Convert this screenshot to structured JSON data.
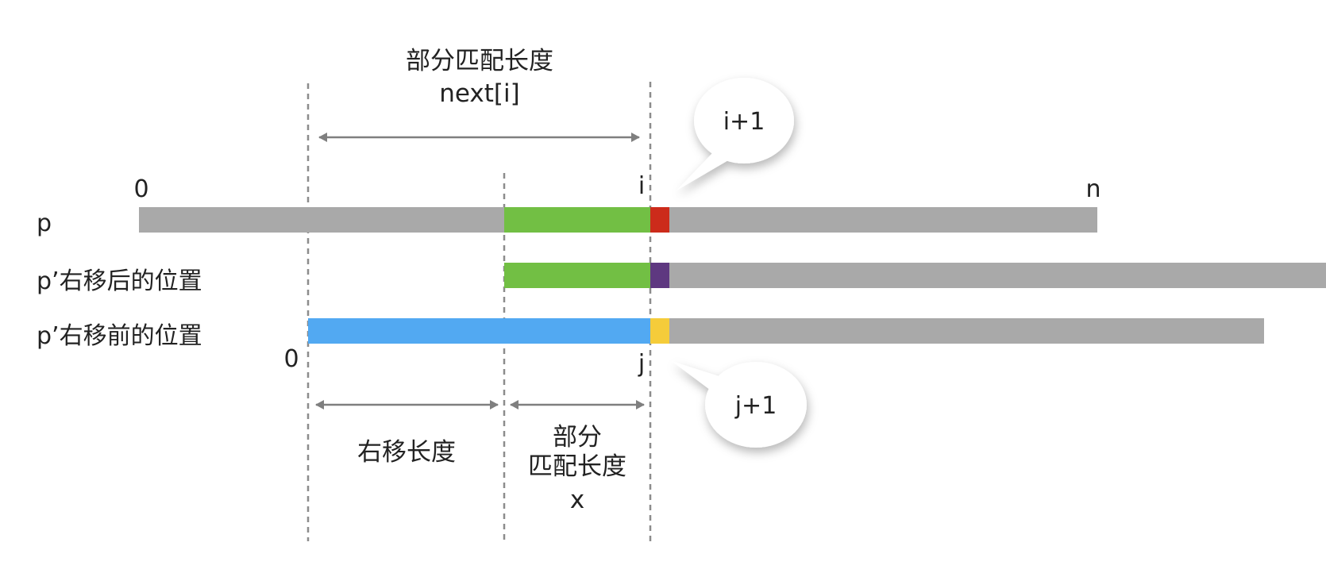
{
  "top": {
    "title": "部分匹配长度",
    "formula": "next[i]"
  },
  "marks": {
    "p_start": "0",
    "p_i": "i",
    "p_end": "n",
    "shifted_start": "0",
    "shifted_j": "j"
  },
  "rows": {
    "p": "p",
    "after": "p’右移后的位置",
    "before": "p’右移前的位置"
  },
  "callouts": {
    "top": "i+1",
    "bottom": "j+1"
  },
  "bottom": {
    "shift_length": "右移长度",
    "partial_line1": "部分",
    "partial_line2": "匹配长度",
    "partial_var": "x"
  },
  "colors": {
    "gray": "#a9a9a9",
    "green": "#72bf44",
    "red": "#cc2b1b",
    "purple": "#5e3880",
    "blue": "#52a9f2",
    "yellow": "#f5cc3a",
    "dash": "#8c8c8c",
    "arrow": "#7f7f7f"
  }
}
